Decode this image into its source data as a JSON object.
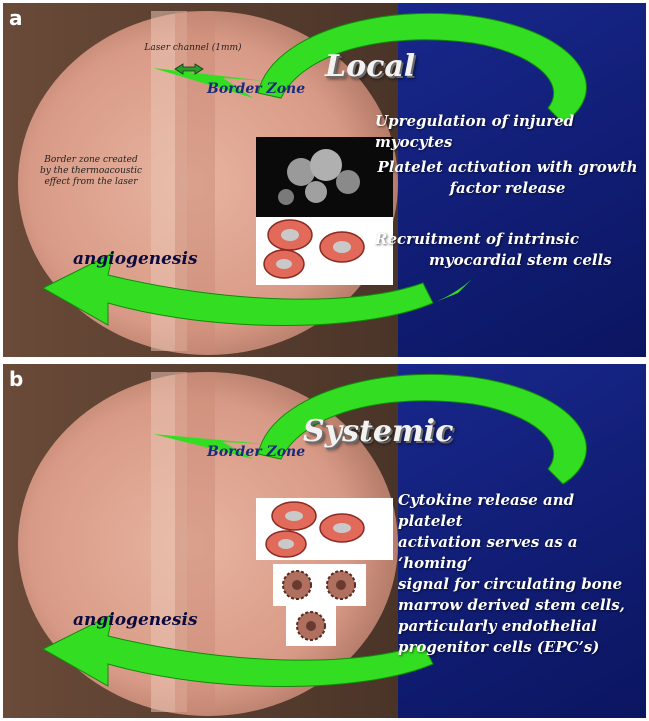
{
  "panel_a": {
    "letter": "a",
    "title": "Local",
    "laser_channel": "Laser channel (1mm)",
    "border_zone": "Border Zone",
    "border_note": [
      "Border zone created",
      "by the thermoacoustic",
      "effect from the laser"
    ],
    "angiogenesis": "angiogenesis",
    "effects": [
      [
        "Upregulation of injured myocytes"
      ],
      [
        "Platelet activation with growth",
        "factor release"
      ],
      [
        "Recruitment of intrinsic",
        "myocardial stem cells"
      ]
    ]
  },
  "panel_b": {
    "letter": "b",
    "title": "Systemic",
    "border_zone": "Border Zone",
    "angiogenesis": "angiogenesis",
    "description": [
      "Cytokine release and platelet",
      "activation serves as a ‘homing’",
      "signal for circulating bone",
      "marrow derived stem cells,",
      "particularly endothelial",
      "progenitor cells (EPC’s)"
    ]
  },
  "colors": {
    "arrow_green": "#33dd22",
    "background_blue": "#1a2a8a",
    "tissue_pink": "#d89a86"
  }
}
